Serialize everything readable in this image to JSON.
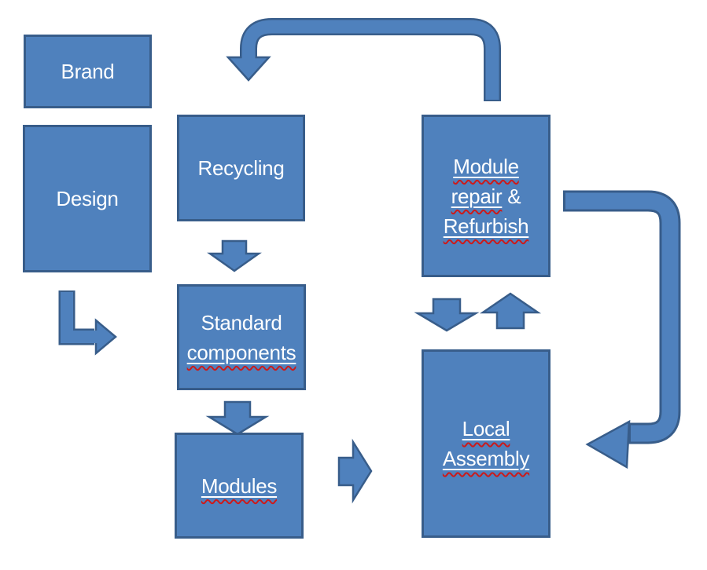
{
  "canvas": {
    "colors": {
      "bg": "#ffffff",
      "fill": "#4f81bd",
      "border": "#385d8a",
      "text": "#ffffff",
      "squiggle": "#cc1a1a"
    }
  },
  "boxes": {
    "brand": {
      "label": "Brand"
    },
    "design": {
      "label": "Design"
    },
    "recycling": {
      "label": "Recycling"
    },
    "standard_components": {
      "line1": "Standard",
      "line2": "components"
    },
    "modules": {
      "label": "Modules"
    },
    "module_repair": {
      "line1": "Module",
      "line2_word": "repair",
      "line2_suffix": "&",
      "line3": "Refurbish"
    },
    "local_assembly": {
      "line1": "Local",
      "line2": "Assembly"
    }
  },
  "arrows": [
    {
      "id": "return-to-recycling",
      "from": "module_repair",
      "to": "recycling",
      "shape": "rounded-elbow-arrow",
      "direction": "up-left-down"
    },
    {
      "id": "recycling-to-standard",
      "from": "recycling",
      "to": "standard_components",
      "shape": "block-arrow",
      "direction": "down"
    },
    {
      "id": "design-to-standard",
      "from": "design",
      "to": "standard_components",
      "shape": "elbow-arrow",
      "direction": "down-right"
    },
    {
      "id": "standard-to-modules",
      "from": "standard_components",
      "to": "modules",
      "shape": "block-arrow",
      "direction": "down"
    },
    {
      "id": "modules-to-local-assembly",
      "from": "modules",
      "to": "local_assembly",
      "shape": "block-arrow",
      "direction": "right"
    },
    {
      "id": "repair-to-local-assembly",
      "from": "module_repair",
      "to": "local_assembly",
      "shape": "block-arrow",
      "direction": "down"
    },
    {
      "id": "local-assembly-to-repair",
      "from": "local_assembly",
      "to": "module_repair",
      "shape": "block-arrow",
      "direction": "up"
    },
    {
      "id": "repair-around-to-local-assembly",
      "from": "module_repair",
      "to": "local_assembly",
      "shape": "rounded-j-arrow",
      "direction": "right-down-left"
    }
  ]
}
